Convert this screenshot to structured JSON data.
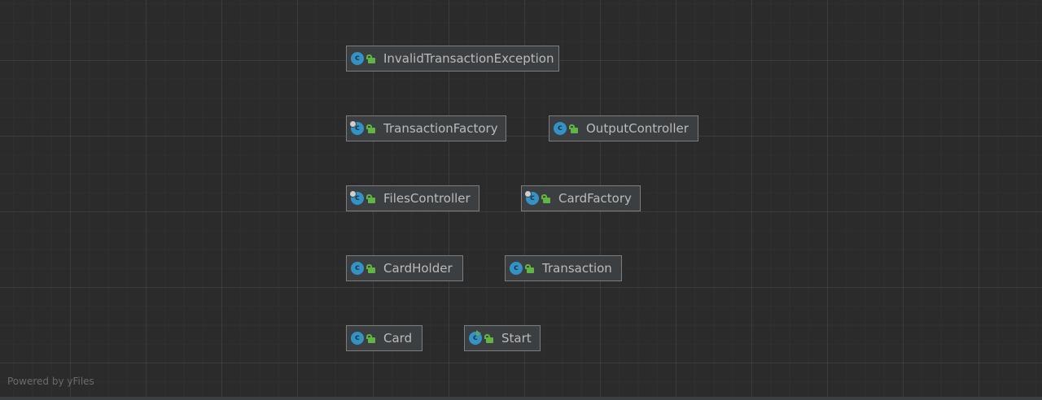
{
  "diagram": {
    "nodes": [
      {
        "label": "InvalidTransactionException",
        "icon": "class-icon",
        "visibility": "public",
        "variant": "plain"
      },
      {
        "label": "TransactionFactory",
        "icon": "class-icon",
        "visibility": "public",
        "variant": "badge"
      },
      {
        "label": "OutputController",
        "icon": "class-icon",
        "visibility": "public",
        "variant": "plain"
      },
      {
        "label": "FilesController",
        "icon": "class-icon",
        "visibility": "public",
        "variant": "badge"
      },
      {
        "label": "CardFactory",
        "icon": "class-icon",
        "visibility": "public",
        "variant": "badge"
      },
      {
        "label": "CardHolder",
        "icon": "class-icon",
        "visibility": "public",
        "variant": "plain"
      },
      {
        "label": "Transaction",
        "icon": "class-icon",
        "visibility": "public",
        "variant": "plain"
      },
      {
        "label": "Card",
        "icon": "class-icon",
        "visibility": "public",
        "variant": "plain"
      },
      {
        "label": "Start",
        "icon": "class-icon",
        "visibility": "public",
        "variant": "runnable"
      }
    ]
  },
  "footer": {
    "watermark": "Powered by yFiles"
  },
  "colors": {
    "background": "#2b2b2b",
    "node_fill": "#3c3f41",
    "node_border": "#7d7d7d",
    "node_text": "#bbbbbb",
    "class_icon": "#3592c4",
    "lock_icon": "#62b543"
  }
}
